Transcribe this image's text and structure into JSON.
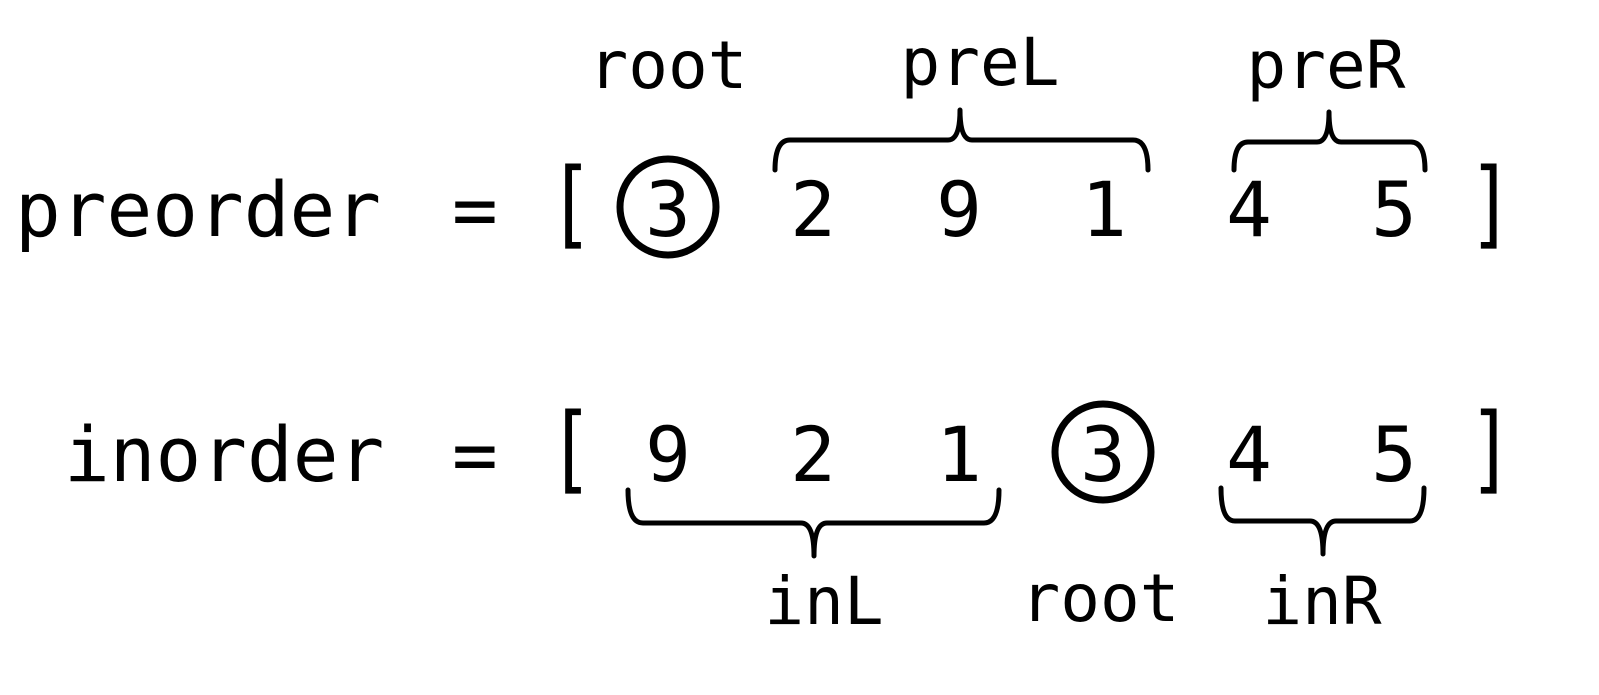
{
  "preorder": {
    "name": "preorder",
    "equals": "=",
    "open_bracket": "[",
    "close_bracket": "]",
    "values": [
      "3",
      "2",
      "9",
      "1",
      "4",
      "5"
    ],
    "root_index": 0,
    "labels": {
      "root": "root",
      "left": "preL",
      "right": "preR"
    }
  },
  "inorder": {
    "name": "inorder",
    "equals": "=",
    "open_bracket": "[",
    "close_bracket": "]",
    "values": [
      "9",
      "2",
      "1",
      "3",
      "4",
      "5"
    ],
    "root_index": 3,
    "labels": {
      "root": "root",
      "left": "inL",
      "right": "inR"
    }
  }
}
